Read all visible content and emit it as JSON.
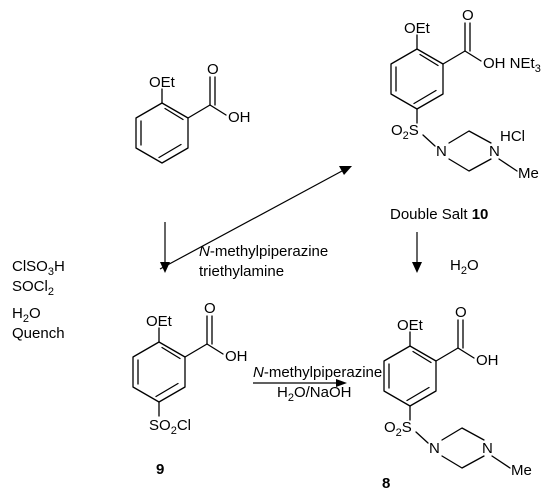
{
  "compounds": {
    "start": {
      "oet": "OEt",
      "o": "O",
      "oh": "OH"
    },
    "salt10": {
      "oet": "OEt",
      "o": "O",
      "oh": "OH",
      "net3_base": "NEt",
      "net3_sub": "3",
      "o2s_o": "O",
      "o2s_sub": "2",
      "o2s_s": "S",
      "n1": "N",
      "n2": "N",
      "me": "Me",
      "hcl": "HCl",
      "caption_text": "Double Salt ",
      "caption_number": "10"
    },
    "compound9": {
      "oet": "OEt",
      "o": "O",
      "oh": "OH",
      "so2cl_a": "SO",
      "so2cl_sub": "2",
      "so2cl_b": "Cl",
      "number": "9"
    },
    "compound8": {
      "oet": "OEt",
      "o": "O",
      "oh": "OH",
      "o2s_o": "O",
      "o2s_sub": "2",
      "o2s_s": "S",
      "n1": "N",
      "n2": "N",
      "me": "Me",
      "number": "8"
    }
  },
  "reagents": {
    "step_down": {
      "r1_a": "ClSO",
      "r1_sub": "3",
      "r1_b": "H",
      "r2_a": "SOCl",
      "r2_sub": "2",
      "r3_a": "H",
      "r3_sub": "2",
      "r3_b": "O",
      "r4": "Quench"
    },
    "step_diag": {
      "l1_a": "N",
      "l1_b": "-methylpiperazine",
      "l2": "triethylamine"
    },
    "step_right": {
      "l1_a": "H",
      "l1_sub": "2",
      "l1_b": "O"
    },
    "step_bottom": {
      "l1_a": "N",
      "l1_b": "-methylpiperazine",
      "l2_a": "H",
      "l2_sub": "2",
      "l2_b": "O/NaOH"
    }
  }
}
